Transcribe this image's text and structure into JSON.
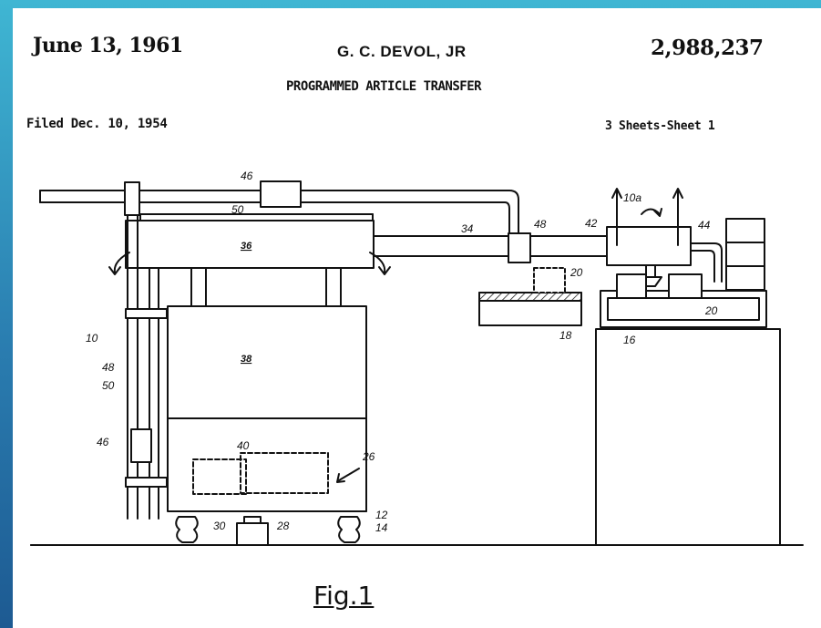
{
  "header": {
    "date": "June 13, 1961",
    "inventor": "G. C. DEVOL, JR",
    "patent_number": "2,988,237",
    "title": "PROGRAMMED ARTICLE TRANSFER",
    "filed": "Filed Dec. 10, 1954",
    "sheets": "3 Sheets-Sheet 1"
  },
  "drawing": {
    "labels": {
      "l46_top": "46",
      "l50_top": "50",
      "l36": "36",
      "l34": "34",
      "l48": "48",
      "l42": "42",
      "l10a": "10a",
      "l44": "44",
      "l20_top": "20",
      "l18": "18",
      "l20_right": "20",
      "l16": "16",
      "l10": "10",
      "l48_left": "48",
      "l50_left": "50",
      "l38": "38",
      "l46_left": "46",
      "l40": "40",
      "l26": "26",
      "l30": "30",
      "l28": "28",
      "l12": "12",
      "l14": "14"
    },
    "caption": "Fig.1"
  },
  "colors": {
    "frame_top": "#3fb6d3",
    "frame_bottom": "#1d5a92",
    "paper": "#ffffff",
    "ink": "#111111"
  }
}
